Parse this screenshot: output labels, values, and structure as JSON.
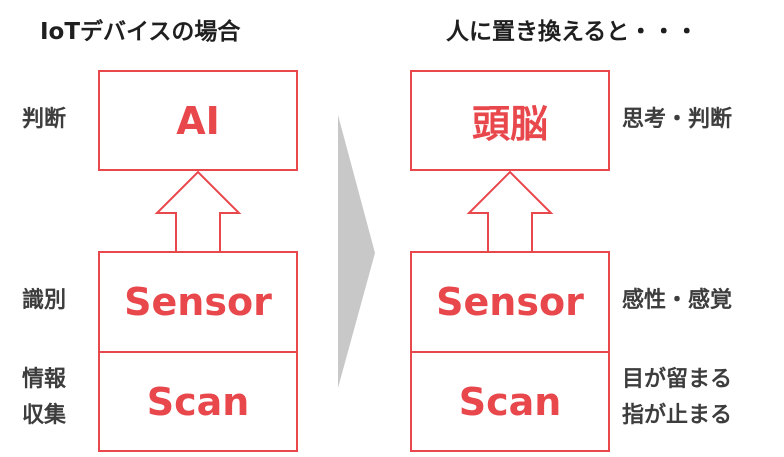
{
  "left": {
    "title": "IoTデバイスの場合",
    "top_box": "AI",
    "middle_box": "Sensor",
    "bottom_box": "Scan",
    "label_top": "判断",
    "label_middle": "識別",
    "label_bottom_1": "情報",
    "label_bottom_2": "収集"
  },
  "right": {
    "title": "人に置き換えると・・・",
    "top_box": "頭脳",
    "middle_box": "Sensor",
    "bottom_box": "Scan",
    "label_top": "思考・判断",
    "label_middle": "感性・感覚",
    "label_bottom_1": "目が留まる",
    "label_bottom_2": "指が止まる"
  },
  "colors": {
    "accent": "#e8474c",
    "transition_arrow": "#c8c8c8",
    "label_text": "#3d3d3d"
  }
}
